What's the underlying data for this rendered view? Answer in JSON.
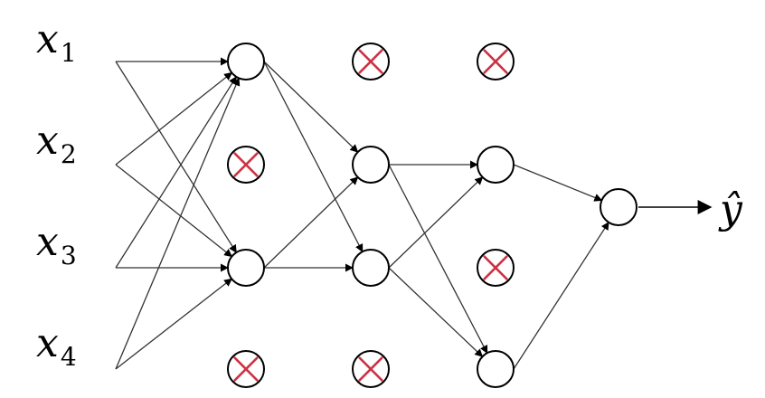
{
  "inputs": [
    {
      "id": "x1",
      "var": "x",
      "sub": "1"
    },
    {
      "id": "x2",
      "var": "x",
      "sub": "2"
    },
    {
      "id": "x3",
      "var": "x",
      "sub": "3"
    },
    {
      "id": "x4",
      "var": "x",
      "sub": "4"
    }
  ],
  "output": {
    "label": "ŷ"
  },
  "network": {
    "hidden_layers": [
      {
        "units": [
          "active",
          "dropped",
          "active",
          "dropped"
        ]
      },
      {
        "units": [
          "dropped",
          "active",
          "active",
          "dropped"
        ]
      },
      {
        "units": [
          "dropped",
          "active",
          "dropped",
          "active"
        ]
      }
    ],
    "connections": [
      [
        "x1",
        "h1_1"
      ],
      [
        "x1",
        "h1_3"
      ],
      [
        "x2",
        "h1_1"
      ],
      [
        "x2",
        "h1_3"
      ],
      [
        "x3",
        "h1_1"
      ],
      [
        "x3",
        "h1_3"
      ],
      [
        "x4",
        "h1_1"
      ],
      [
        "x4",
        "h1_3"
      ],
      [
        "h1_1",
        "h2_2"
      ],
      [
        "h1_1",
        "h2_3"
      ],
      [
        "h1_3",
        "h2_2"
      ],
      [
        "h1_3",
        "h2_3"
      ],
      [
        "h2_2",
        "h3_2"
      ],
      [
        "h2_2",
        "h3_4"
      ],
      [
        "h2_3",
        "h3_2"
      ],
      [
        "h2_3",
        "h3_4"
      ],
      [
        "h3_2",
        "out"
      ],
      [
        "h3_4",
        "out"
      ]
    ]
  },
  "colors": {
    "drop_mark": "#cc3344",
    "edge": "#333333",
    "node_stroke": "#000000"
  }
}
